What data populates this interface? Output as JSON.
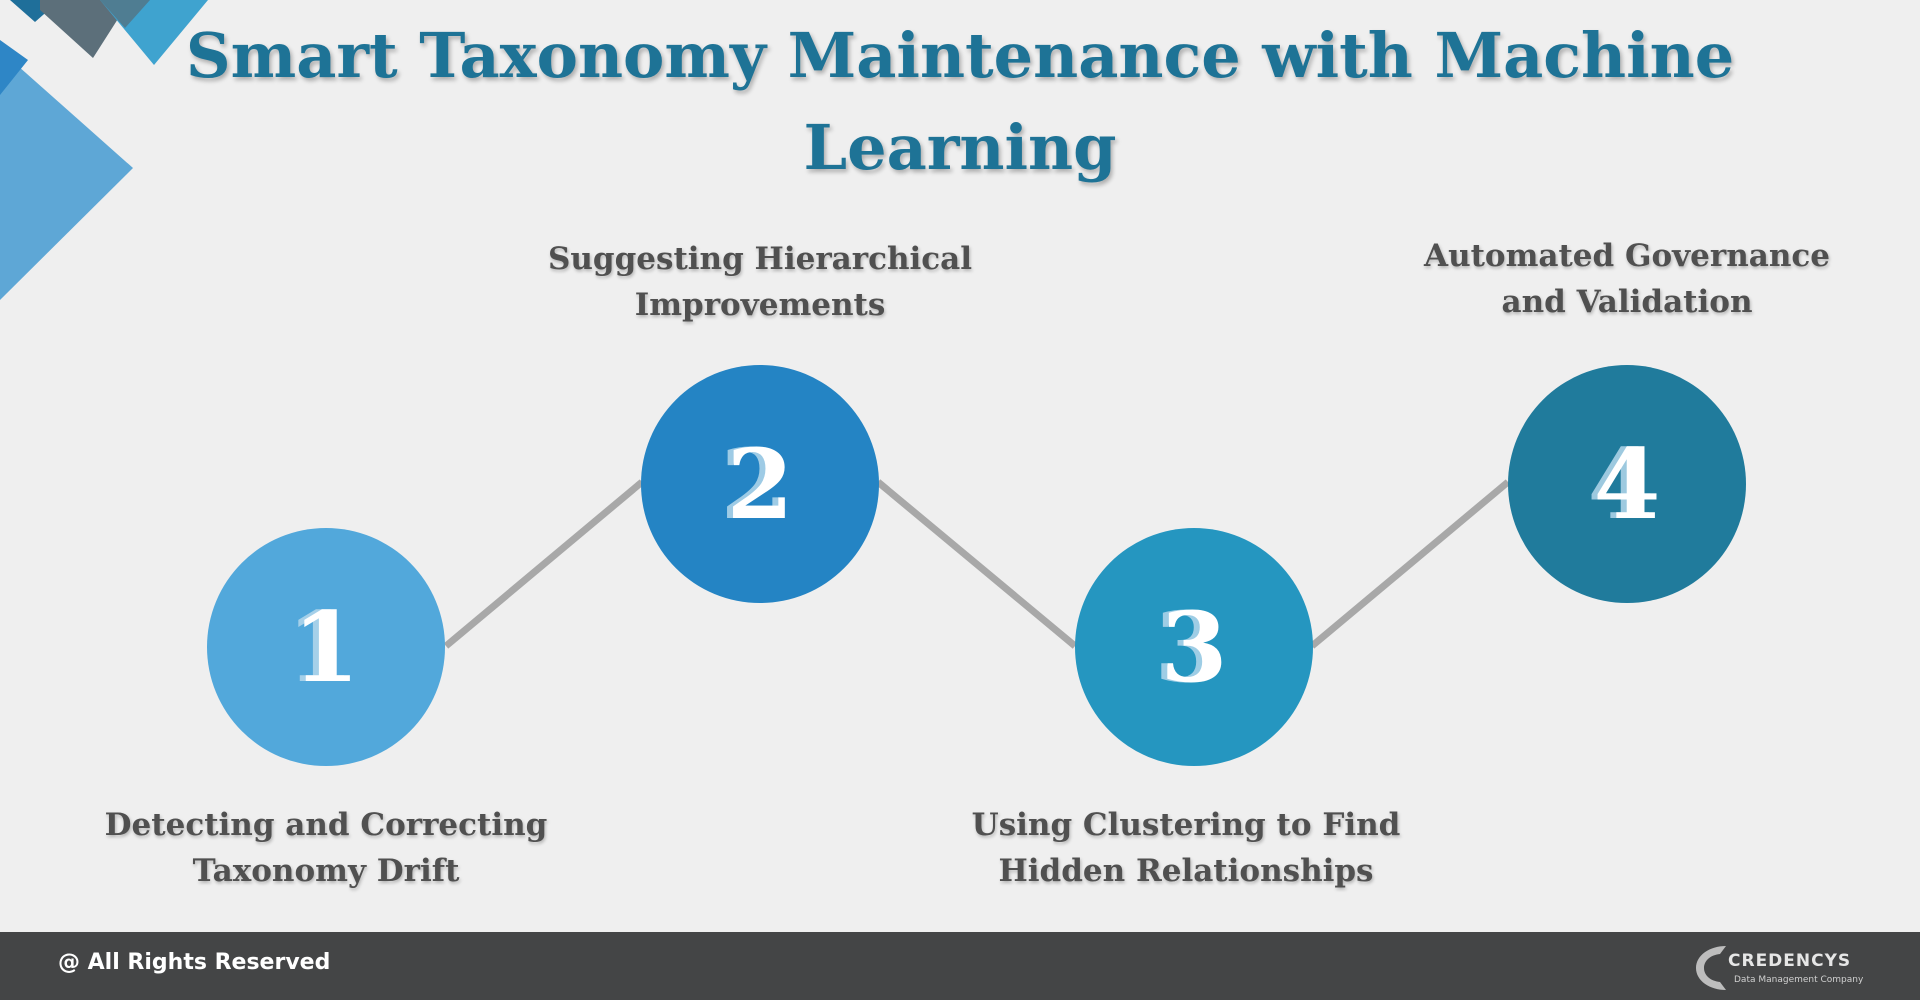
{
  "title": "Smart Taxonomy Maintenance with Machine Learning",
  "steps": [
    {
      "number": "1",
      "label_lines": [
        "Detecting and Correcting",
        "Taxonomy Drift"
      ],
      "color": "#52a8db"
    },
    {
      "number": "2",
      "label_lines": [
        "Suggesting Hierarchical",
        "Improvements"
      ],
      "color": "#2484c4"
    },
    {
      "number": "3",
      "label_lines": [
        "Using Clustering to Find",
        "Hidden Relationships"
      ],
      "color": "#2596c0"
    },
    {
      "number": "4",
      "label_lines": [
        "Automated Governance",
        "and Validation"
      ],
      "color": "#207b9c"
    }
  ],
  "connector_color": "#a8a8a8",
  "footer": {
    "rights": "@ All Rights Reserved",
    "logo_name": "CREDENCYS",
    "logo_tagline": "Data Management Company"
  }
}
